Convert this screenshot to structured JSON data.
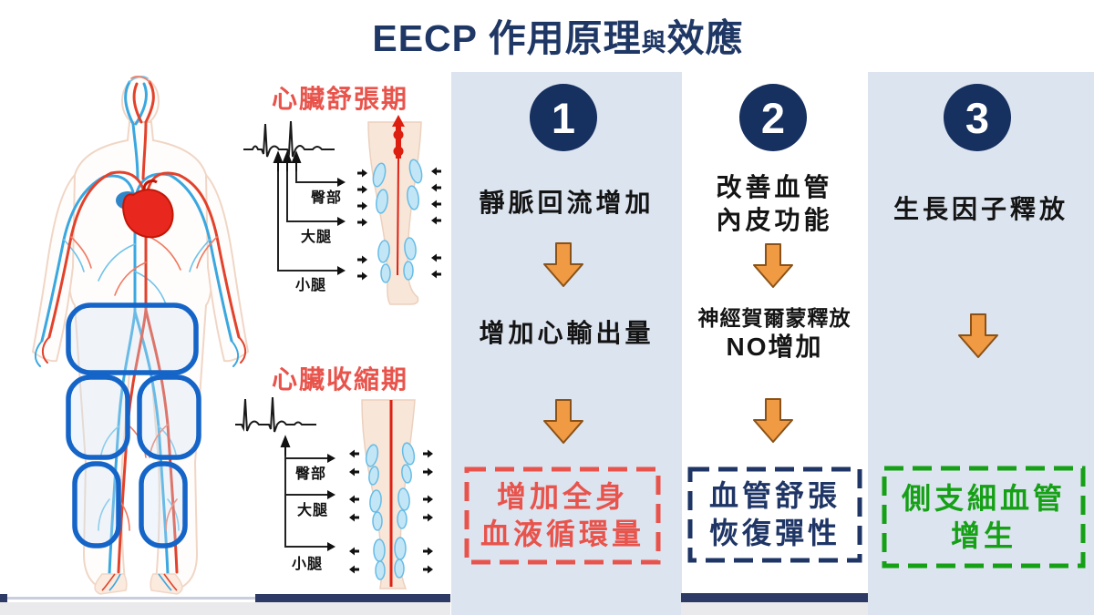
{
  "title": {
    "main": "EECP 作用原理",
    "conj": "與",
    "tail": "效應"
  },
  "left": {
    "diastole": {
      "label": "心臟舒張期",
      "rows": [
        "臀部",
        "大腿",
        "小腿"
      ]
    },
    "systole": {
      "label": "心臟收縮期",
      "rows": [
        "臀部",
        "大腿",
        "小腿"
      ]
    }
  },
  "columns": [
    {
      "number": "1",
      "step1_line1": "靜脈回流增加",
      "step2_line1": "增加心輸出量",
      "result_line1": "增加全身",
      "result_line2": "血液循環量"
    },
    {
      "number": "2",
      "step1_line1": "改善血管",
      "step1_line2": "內皮功能",
      "step2_line1": "神經賀爾蒙釋放",
      "step2_line2": "NO增加",
      "result_line1": "血管舒張",
      "result_line2": "恢復彈性"
    },
    {
      "number": "3",
      "step1_line1": "生長因子釋放",
      "result_line1": "側支細血管",
      "result_line2": "增生"
    }
  ],
  "colors": {
    "title_navy": "#1f3765",
    "circle_navy": "#16305f",
    "panel_blue": "#dce4f0",
    "arrow_orange": "#f09a43",
    "result_red": "#e8544c",
    "result_navy": "#1e3565",
    "result_green": "#16a016",
    "footer_navy": "#2e3a66"
  }
}
